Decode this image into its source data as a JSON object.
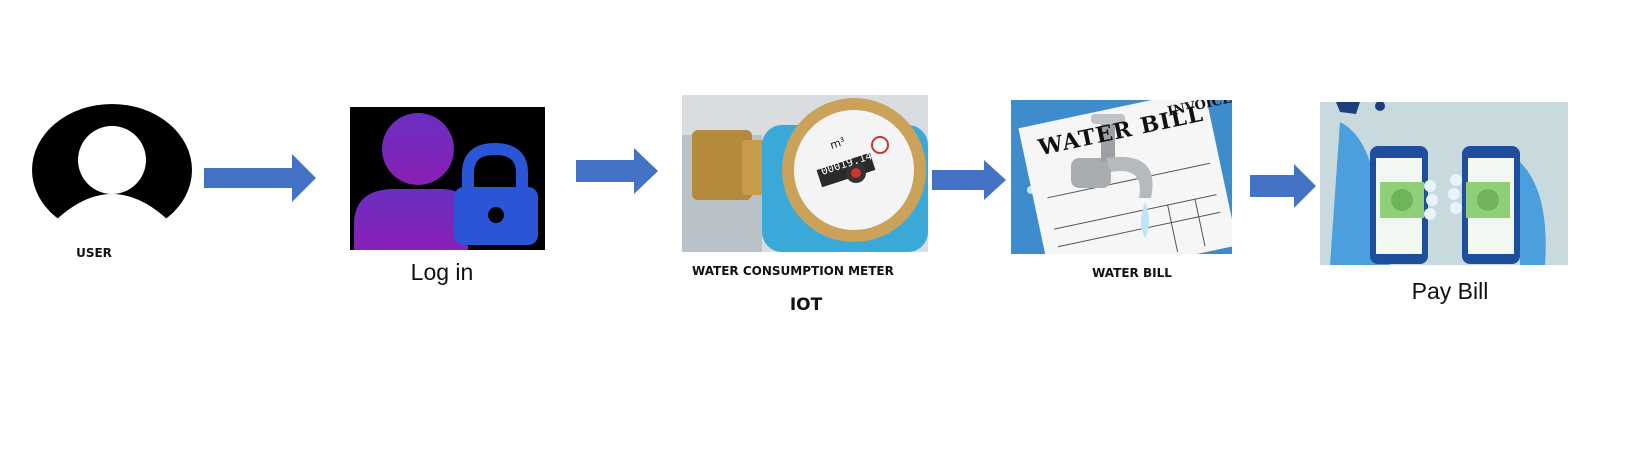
{
  "steps": {
    "user": {
      "label": "USER"
    },
    "login": {
      "label": "Log in"
    },
    "meter": {
      "label": "WATER CONSUMPTION METER",
      "sublabel": "IOT",
      "reading": "00019.14",
      "units": "m³"
    },
    "bill": {
      "label": "WATER BILL",
      "doc_title": "WATER BILL",
      "doc_tag": "INVOICE"
    },
    "pay": {
      "label": "Pay Bill"
    }
  },
  "colors": {
    "arrow": "#4472c4",
    "login_bg": "#000000",
    "login_person": "#7b2fbe",
    "login_lock": "#2a55d6",
    "pay_bg": "#c9dadf",
    "pay_phone": "#1f4f9c"
  }
}
